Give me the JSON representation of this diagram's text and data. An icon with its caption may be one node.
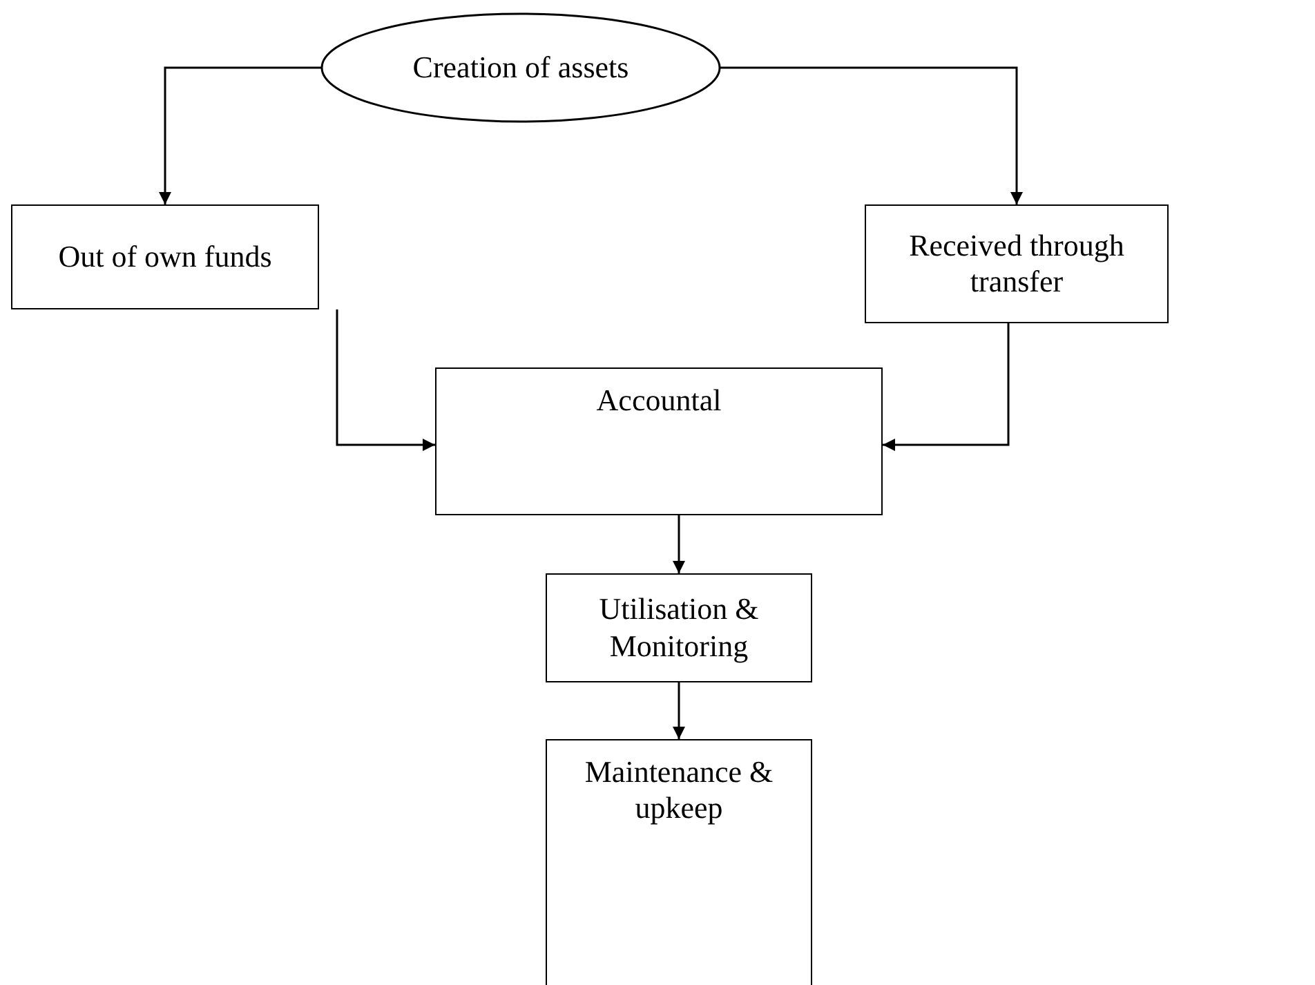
{
  "diagram": {
    "nodes": [
      {
        "text": [
          "Creation of assets"
        ]
      },
      {
        "text": [
          "Out of own funds"
        ]
      },
      {
        "text": [
          "Received through transfer"
        ]
      },
      {
        "text": [
          "Accountal"
        ]
      },
      {
        "text": [
          "Utilisation & Monitoring"
        ]
      },
      {
        "text": [
          "Maintenance & upkeep"
        ]
      }
    ],
    "edges": [
      {
        "from": 0,
        "to": 1,
        "arrow": "to"
      },
      {
        "from": 0,
        "to": 2,
        "arrow": "to"
      },
      {
        "from": 1,
        "to": 3,
        "arrow": "to"
      },
      {
        "from": 2,
        "to": 3,
        "arrow": "to"
      },
      {
        "from": 3,
        "to": 4,
        "arrow": "to"
      },
      {
        "from": 4,
        "to": 5,
        "arrow": "to"
      }
    ]
  }
}
